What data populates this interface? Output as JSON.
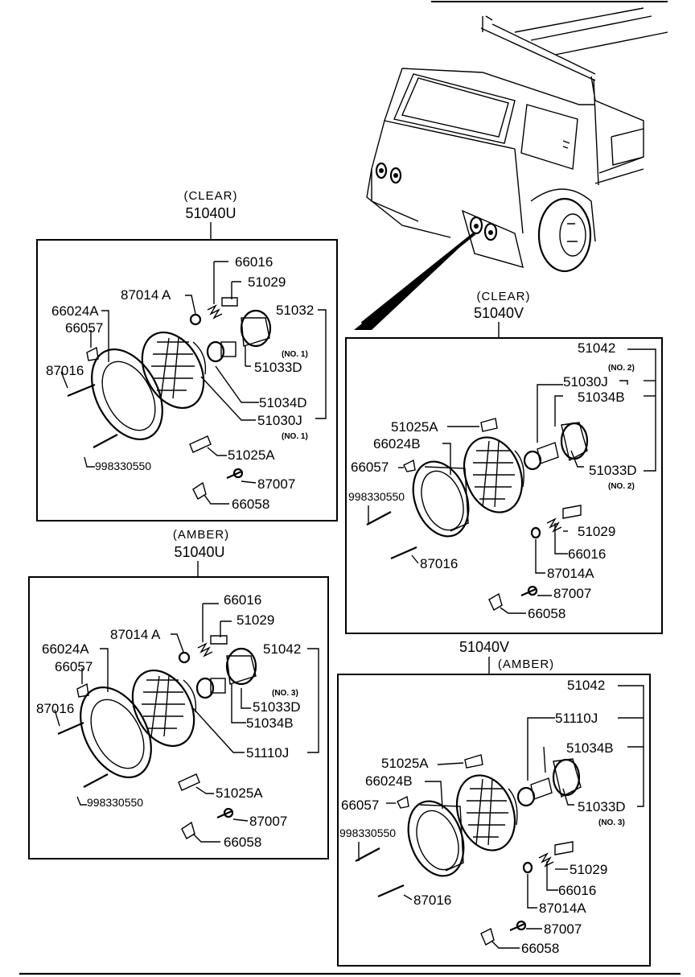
{
  "diagram": {
    "panels": [
      {
        "id": "p1",
        "color": "(CLEAR)",
        "code": "51040U",
        "labels": {
          "l66016": "66016",
          "l51029": "51029",
          "l87014": "87014 A",
          "l51032": "51032",
          "l66024": "66024A",
          "l66057": "66057",
          "lno1a": "(NO. 1)",
          "l51033": "51033D",
          "l87016": "87016",
          "l51034": "51034D",
          "l51030": "51030J",
          "lno1b": "(NO. 1)",
          "l99833": "998330550",
          "l51025": "51025A",
          "l87007": "87007",
          "l66058": "66058"
        }
      },
      {
        "id": "p2",
        "color": "(CLEAR)",
        "code": "51040V",
        "labels": {
          "l51042": "51042",
          "lno2a": "(NO. 2)",
          "l51030": "51030J",
          "l51034": "51034B",
          "l51025": "51025A",
          "l66024": "66024B",
          "l66057": "66057",
          "l51033": "51033D",
          "lno2b": "(NO. 2)",
          "l99833": "998330550",
          "l51029": "51029",
          "l66016": "66016",
          "l87016": "87016",
          "l87014": "87014A",
          "l87007": "87007",
          "l66058": "66058"
        }
      },
      {
        "id": "p3",
        "color": "(AMBER)",
        "code": "51040U",
        "labels": {
          "l66016": "66016",
          "l51029": "51029",
          "l87014": "87014 A",
          "l51042": "51042",
          "l66024": "66024A",
          "l66057": "66057",
          "lno3": "(NO. 3)",
          "l87016": "87016",
          "l51033": "51033D",
          "l51034": "51034B",
          "l51110": "51110J",
          "l99833": "998330550",
          "l51025": "51025A",
          "l87007": "87007",
          "l66058": "66058"
        }
      },
      {
        "id": "p4",
        "color": "(AMBER)",
        "code": "51040V",
        "labels": {
          "l51042": "51042",
          "l51110": "51110J",
          "l51025": "51025A",
          "l51034": "51034B",
          "l66024": "66024B",
          "l66057": "66057",
          "l51033": "51033D",
          "lno3": "(NO. 3)",
          "l99833": "998330550",
          "l51029": "51029",
          "l66016": "66016",
          "l87016": "87016",
          "l87014": "87014A",
          "l87007": "87007",
          "l66058": "66058"
        }
      }
    ]
  },
  "colors": {
    "ink": "#000000",
    "paper": "#ffffff"
  }
}
